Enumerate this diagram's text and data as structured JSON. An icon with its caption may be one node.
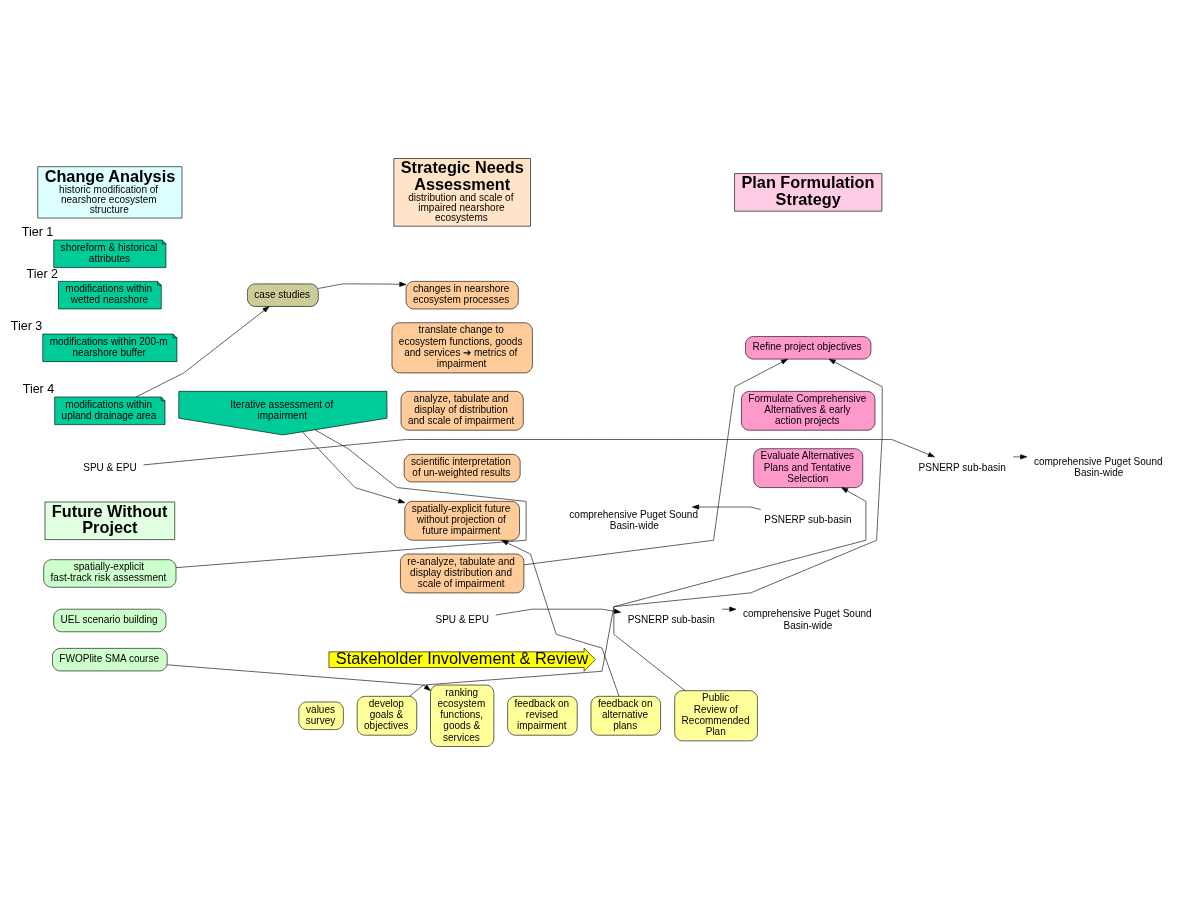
{
  "diagram": {
    "nodes": [
      {
        "text": [
          "Change Analysis",
          "historic modification of nearshore ecosystem structure"
        ]
      },
      {
        "text": [
          "shoreform & historical attributes"
        ],
        "beside": [
          "Tier 1"
        ]
      },
      {
        "text": [
          "modifications within wetted nearshore"
        ],
        "beside": [
          "Tier 2"
        ]
      },
      {
        "text": [
          "modifications within 200-m nearshore buffer"
        ],
        "beside": [
          "Tier 3"
        ]
      },
      {
        "text": [
          "modifications within upland drainage area"
        ],
        "beside": [
          "Tier 4"
        ]
      },
      {
        "text": [
          "SPU & EPU"
        ]
      },
      {
        "text": [
          "PSNERP sub-basin"
        ]
      },
      {
        "text": [
          "comprehensive Puget Sound Basin-wide"
        ]
      },
      {
        "text": [
          "case studies"
        ]
      },
      {
        "text": [
          "Iterative assessment of impairment"
        ]
      },
      {
        "text": [
          "Strategic Needs Assessment",
          "distribution and scale of impaired nearshore ecosystems"
        ]
      },
      {
        "text": [
          "changes in nearshore ecosystem processes"
        ]
      },
      {
        "text": [
          "translate change to ecosystem functions, goods and services ➔ metrics of impairment"
        ]
      },
      {
        "text": [
          "analyze, tabulate and display of distribution and scale of impairment"
        ]
      },
      {
        "text": [
          "scientific interpretation of un-weighted results"
        ]
      },
      {
        "text": [
          "spatially-explicit future without projection of future impairment"
        ]
      },
      {
        "text": [
          "re-analyze, tabulate and display distribution and scale of impairment"
        ]
      },
      {
        "text": [
          "SPU & EPU"
        ]
      },
      {
        "text": [
          "PSNERP sub-basin"
        ]
      },
      {
        "text": [
          "comprehensive Puget Sound Basin-wide"
        ]
      },
      {
        "text": [
          "Plan Formulation Strategy"
        ]
      },
      {
        "text": [
          "Refine project objectives"
        ]
      },
      {
        "text": [
          "Formulate Comprehensive Alternatives & early action projects"
        ]
      },
      {
        "text": [
          "Evaluate Alternatives Plans and Tentative Selection"
        ]
      },
      {
        "text": [
          "PSNERP sub-basin"
        ]
      },
      {
        "text": [
          "comprehensive Puget Sound Basin-wide"
        ]
      },
      {
        "text": [
          "Future Without Project"
        ]
      },
      {
        "text": [
          "spatially-explicit fast-track risk assessment"
        ]
      },
      {
        "text": [
          "UEL scenario building"
        ]
      },
      {
        "text": [
          "FWOPlite SMA course"
        ]
      },
      {
        "text": [
          "Stakeholder Involvement & Review"
        ]
      },
      {
        "text": [
          "values survey"
        ]
      },
      {
        "text": [
          "develop goals & objectives"
        ]
      },
      {
        "text": [
          "ranking ecosystem functions, goods & services"
        ]
      },
      {
        "text": [
          "feedback on revised impairment"
        ]
      },
      {
        "text": [
          "feedback on alternative plans"
        ]
      },
      {
        "text": [
          "Public Review of Recommended Plan"
        ]
      }
    ],
    "edges": [
      {
        "from": 5,
        "to": 6,
        "arrow": "to"
      },
      {
        "from": 6,
        "to": 7,
        "arrow": "to"
      },
      {
        "from": 4,
        "to": 8,
        "arrow": "to"
      },
      {
        "from": 8,
        "to": 11,
        "arrow": "to"
      },
      {
        "from": 9,
        "to": 15,
        "arrow": "to"
      },
      {
        "from": 27,
        "to": 9,
        "arrow": "none"
      },
      {
        "from": 17,
        "to": 18,
        "arrow": "to"
      },
      {
        "from": 18,
        "to": 19,
        "arrow": "to"
      },
      {
        "from": 16,
        "to": 21,
        "arrow": "to"
      },
      {
        "from": 32,
        "to": 21,
        "arrow": "to"
      },
      {
        "from": 35,
        "to": 15,
        "arrow": "to"
      },
      {
        "from": 36,
        "to": 23,
        "arrow": "to"
      },
      {
        "from": 24,
        "to": 25,
        "arrow": "to"
      },
      {
        "from": 29,
        "to": 33,
        "arrow": "to"
      }
    ]
  }
}
